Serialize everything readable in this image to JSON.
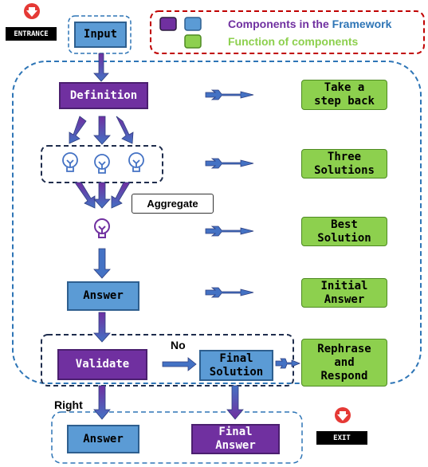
{
  "markers": {
    "entrance": "ENTRANCE",
    "exit": "EXIT"
  },
  "legend": {
    "components": [
      "Components in the ",
      "Framework"
    ],
    "functions": "Function of components",
    "colors": {
      "purple": "#7030a0",
      "blue": "#5b9bd5",
      "green": "#8dd04e",
      "legend_components_text": "#7030a0",
      "legend_framework_text": "#2e75b6",
      "legend_functions_text": "#8dd04e",
      "legend_border": "#c00000",
      "outer_dash": "#2e75b6"
    }
  },
  "nodes": {
    "input": "Input",
    "definition": "Definition",
    "aggregate": "Aggregate",
    "answer": "Answer",
    "validate": "Validate",
    "final_solution": "Final\nSolution",
    "exit_answer": "Answer",
    "final_answer": "Final\nAnswer"
  },
  "functions": {
    "step_back": "Take a\nstep back",
    "three_solutions": "Three\nSolutions",
    "best_solution": "Best\nSolution",
    "initial_answer": "Initial\nAnswer",
    "rephrase": "Rephrase\nand\nRespond"
  },
  "edge_labels": {
    "no": "No",
    "right": "Right"
  },
  "icons": [
    "down-arrow-icon",
    "lightbulb-icon",
    "spear-arrow-icon"
  ]
}
